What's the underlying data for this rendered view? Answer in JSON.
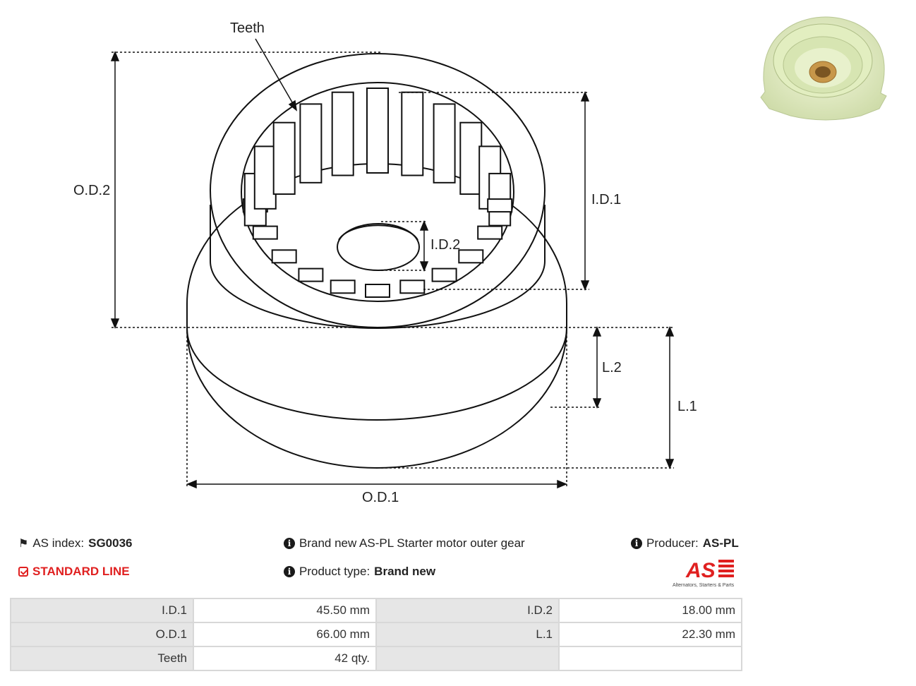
{
  "diagram": {
    "labels": {
      "teeth": "Teeth",
      "od2": "O.D.2",
      "id1": "I.D.1",
      "id2": "I.D.2",
      "l2": "L.2",
      "l1": "L.1",
      "od1": "O.D.1"
    }
  },
  "photo": {
    "icon": "gear-photo"
  },
  "info": {
    "as_index_label": "AS index:",
    "as_index_value": "SG0036",
    "description": "Brand new AS-PL Starter motor outer gear",
    "producer_label": "Producer:",
    "producer_value": "AS-PL",
    "line": "STANDARD LINE",
    "product_type_label": "Product type:",
    "product_type_value": "Brand new",
    "logo_text": "AS",
    "logo_tagline": "Alternators, Starters & Parts"
  },
  "specs": {
    "rows": [
      {
        "l1": "I.D.1",
        "v1": "45.50 mm",
        "l2": "I.D.2",
        "v2": "18.00 mm"
      },
      {
        "l1": "O.D.1",
        "v1": "66.00 mm",
        "l2": "L.1",
        "v2": "22.30 mm"
      },
      {
        "l1": "Teeth",
        "v1": "42 qty.",
        "l2": "",
        "v2": ""
      }
    ]
  },
  "colors": {
    "accent_red": "#e02020",
    "table_label_bg": "#e6e6e6",
    "gear_color": "#e9f3c9",
    "bronze": "#c7974a"
  }
}
